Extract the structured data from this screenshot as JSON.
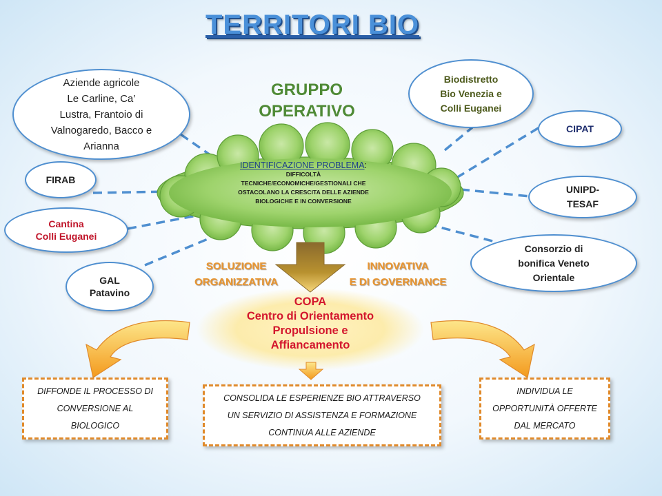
{
  "title": "TERRITORI BIO",
  "group": {
    "line1": "GRUPPO",
    "line2": "OPERATIVO"
  },
  "partners": {
    "aziende": {
      "lines": [
        "Aziende agricole",
        "Le Carline, Ca’",
        "Lustra, Frantoio di",
        "Valnogaredo, Bacco e",
        "Arianna"
      ]
    },
    "firab": {
      "lines": [
        "FIRAB"
      ]
    },
    "cantina": {
      "lines": [
        "Cantina",
        "Colli Euganei"
      ]
    },
    "gal": {
      "lines": [
        "GAL",
        "Patavino"
      ]
    },
    "biodistretto": {
      "lines": [
        "Biodistretto",
        "Bio Venezia e",
        "Colli Euganei"
      ]
    },
    "cipat": {
      "lines": [
        "CIPAT"
      ]
    },
    "unipd": {
      "lines": [
        "UNIPD-",
        "TESAF"
      ]
    },
    "consorzio": {
      "lines": [
        "Consorzio di",
        "bonifica Veneto",
        "Orientale"
      ]
    }
  },
  "problem": {
    "heading": "IDENTIFICAZIONE PROBLEMA",
    "heading_suffix": ":",
    "lines": [
      "DIFFICOLTÀ",
      "TECNICHE/ECONOMICHE/GESTIONALI CHE",
      "OSTACOLANO LA CRESCITA DELLE AZIENDE",
      "BIOLOGICHE E IN CONVERSIONE"
    ]
  },
  "solution": {
    "left": [
      "SOLUZIONE",
      "ORGANIZZATIVA"
    ],
    "right": [
      "INNOVATIVA",
      "E DI GOVERNANCE"
    ]
  },
  "copa": {
    "lines": [
      "COPA",
      "Centro di Orientamento",
      "Propulsione e",
      "Affiancamento"
    ]
  },
  "outcomes": {
    "left": [
      "DIFFONDE IL PROCESSO DI",
      "CONVERSIONE AL",
      "BIOLOGICO"
    ],
    "center": [
      "CONSOLIDA LE ESPERIENZE BIO ATTRAVERSO",
      "UN SERVIZIO DI ASSISTENZA E FORMAZIONE",
      "CONTINUA ALLE AZIENDE"
    ],
    "right": [
      "INDIVIDUA LE",
      "OPPORTUNITÀ OFFERTE",
      "DAL MERCATO"
    ]
  },
  "colors": {
    "title": "#4a90d9",
    "group_text": "#4f8a36",
    "oval_border": "#4f8fd0",
    "cloud": "#8cc95a",
    "orange": "#e9952f",
    "copa_text": "#d3162d",
    "box_border": "#e08a2b"
  }
}
